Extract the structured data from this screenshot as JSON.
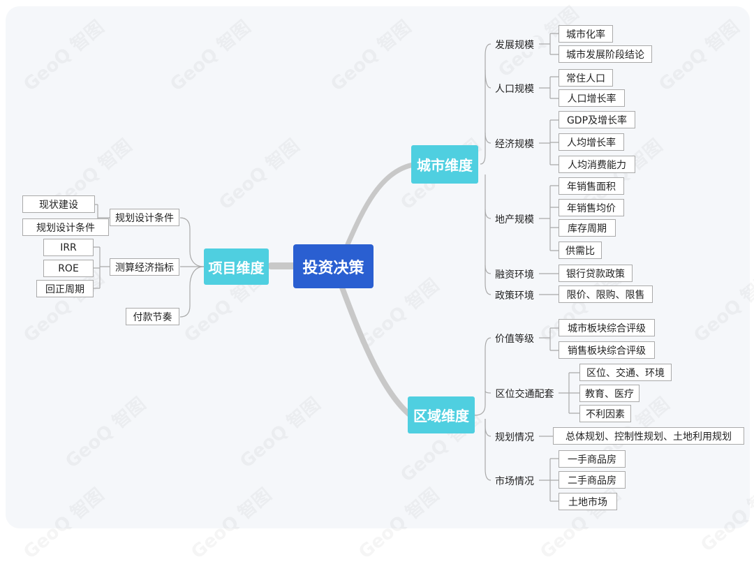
{
  "colors": {
    "root": "#2a5fd1",
    "branch": "#4fcfe0",
    "line": "#b0b0b0"
  },
  "watermark": "GeoQ 智图",
  "root": {
    "label": "投资决策"
  },
  "city": {
    "label": "城市维度",
    "dev": {
      "label": "发展规模",
      "items": [
        "城市化率",
        "城市发展阶段结论"
      ]
    },
    "pop": {
      "label": "人口规模",
      "items": [
        "常住人口",
        "人口增长率"
      ]
    },
    "econ": {
      "label": "经济规模",
      "items": [
        "GDP及增长率",
        "人均增长率",
        "人均消费能力"
      ]
    },
    "estate": {
      "label": "地产规模",
      "items": [
        "年销售面积",
        "年销售均价",
        "库存周期",
        "供需比"
      ]
    },
    "finance": {
      "label": "融资环境",
      "items": [
        "银行贷款政策"
      ]
    },
    "policy": {
      "label": "政策环境",
      "items": [
        "限价、限购、限售"
      ]
    }
  },
  "region": {
    "label": "区域维度",
    "value": {
      "label": "价值等级",
      "items": [
        "城市板块综合评级",
        "销售板块综合评级"
      ]
    },
    "location": {
      "label": "区位交通配套",
      "items": [
        "区位、交通、环境",
        "教育、医疗",
        "不利因素"
      ]
    },
    "planning": {
      "label": "规划情况",
      "items": [
        "总体规划、控制性规划、土地利用规划"
      ]
    },
    "market": {
      "label": "市场情况",
      "items": [
        "一手商品房",
        "二手商品房",
        "土地市场"
      ]
    }
  },
  "project": {
    "label": "项目维度",
    "design": {
      "label": "规划设计条件",
      "items": [
        "现状建设",
        "规划设计条件"
      ]
    },
    "metrics": {
      "label": "测算经济指标",
      "items": [
        "IRR",
        "ROE",
        "回正周期"
      ]
    },
    "payment": {
      "label": "付款节奏"
    }
  }
}
